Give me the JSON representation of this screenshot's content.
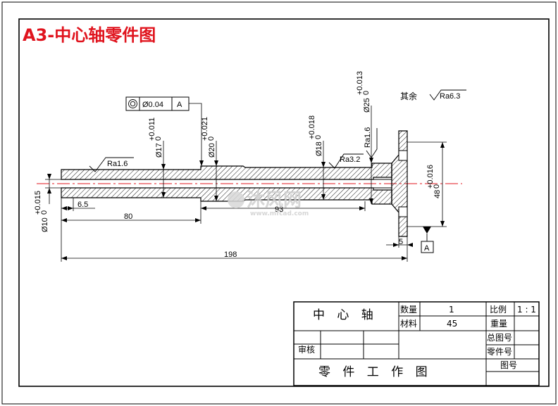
{
  "title": "A3-中心轴零件图",
  "surface_finish": {
    "other_prefix": "其余",
    "other_value": "Ra6.3",
    "marks": [
      "Ra1.6",
      "Ra3.2",
      "Ra1.6"
    ]
  },
  "tolerance_frame": {
    "symbol": "◎",
    "value": "Ø0.04",
    "datum": "A"
  },
  "datum_label": "A",
  "diameters": {
    "d10": {
      "main": "Ø10",
      "upper": "+0.015",
      "lower": "0"
    },
    "d17": {
      "main": "Ø17",
      "upper": "+0.011",
      "lower": "0"
    },
    "d20": {
      "main": "Ø20",
      "upper": "+0.021",
      "lower": "0"
    },
    "d18": {
      "main": "Ø18",
      "upper": "+0.018",
      "lower": "0"
    },
    "d25": {
      "main": "Ø25",
      "upper": "+0.013",
      "lower": "0"
    },
    "d48": {
      "main": "48",
      "upper": "+0.016",
      "lower": "0"
    }
  },
  "lengths": {
    "l65": "6.5",
    "l80": "80",
    "l93": "93",
    "l198": "198",
    "l5": "5"
  },
  "title_block": {
    "part_name": "中 心 轴",
    "qty_label": "数量",
    "qty_value": "1",
    "scale_label": "比例",
    "scale_value": "1 : 1",
    "material_label": "材料",
    "material_value": "45",
    "weight_label": "重量",
    "total_drawing_label": "总图号",
    "review_label": "审核",
    "part_no_label": "零件号",
    "drawing_type": "零 件 工 作 图",
    "drawing_no_label": "图号"
  },
  "watermark": {
    "text": "沐风网",
    "url": "www.mfcad.com"
  }
}
